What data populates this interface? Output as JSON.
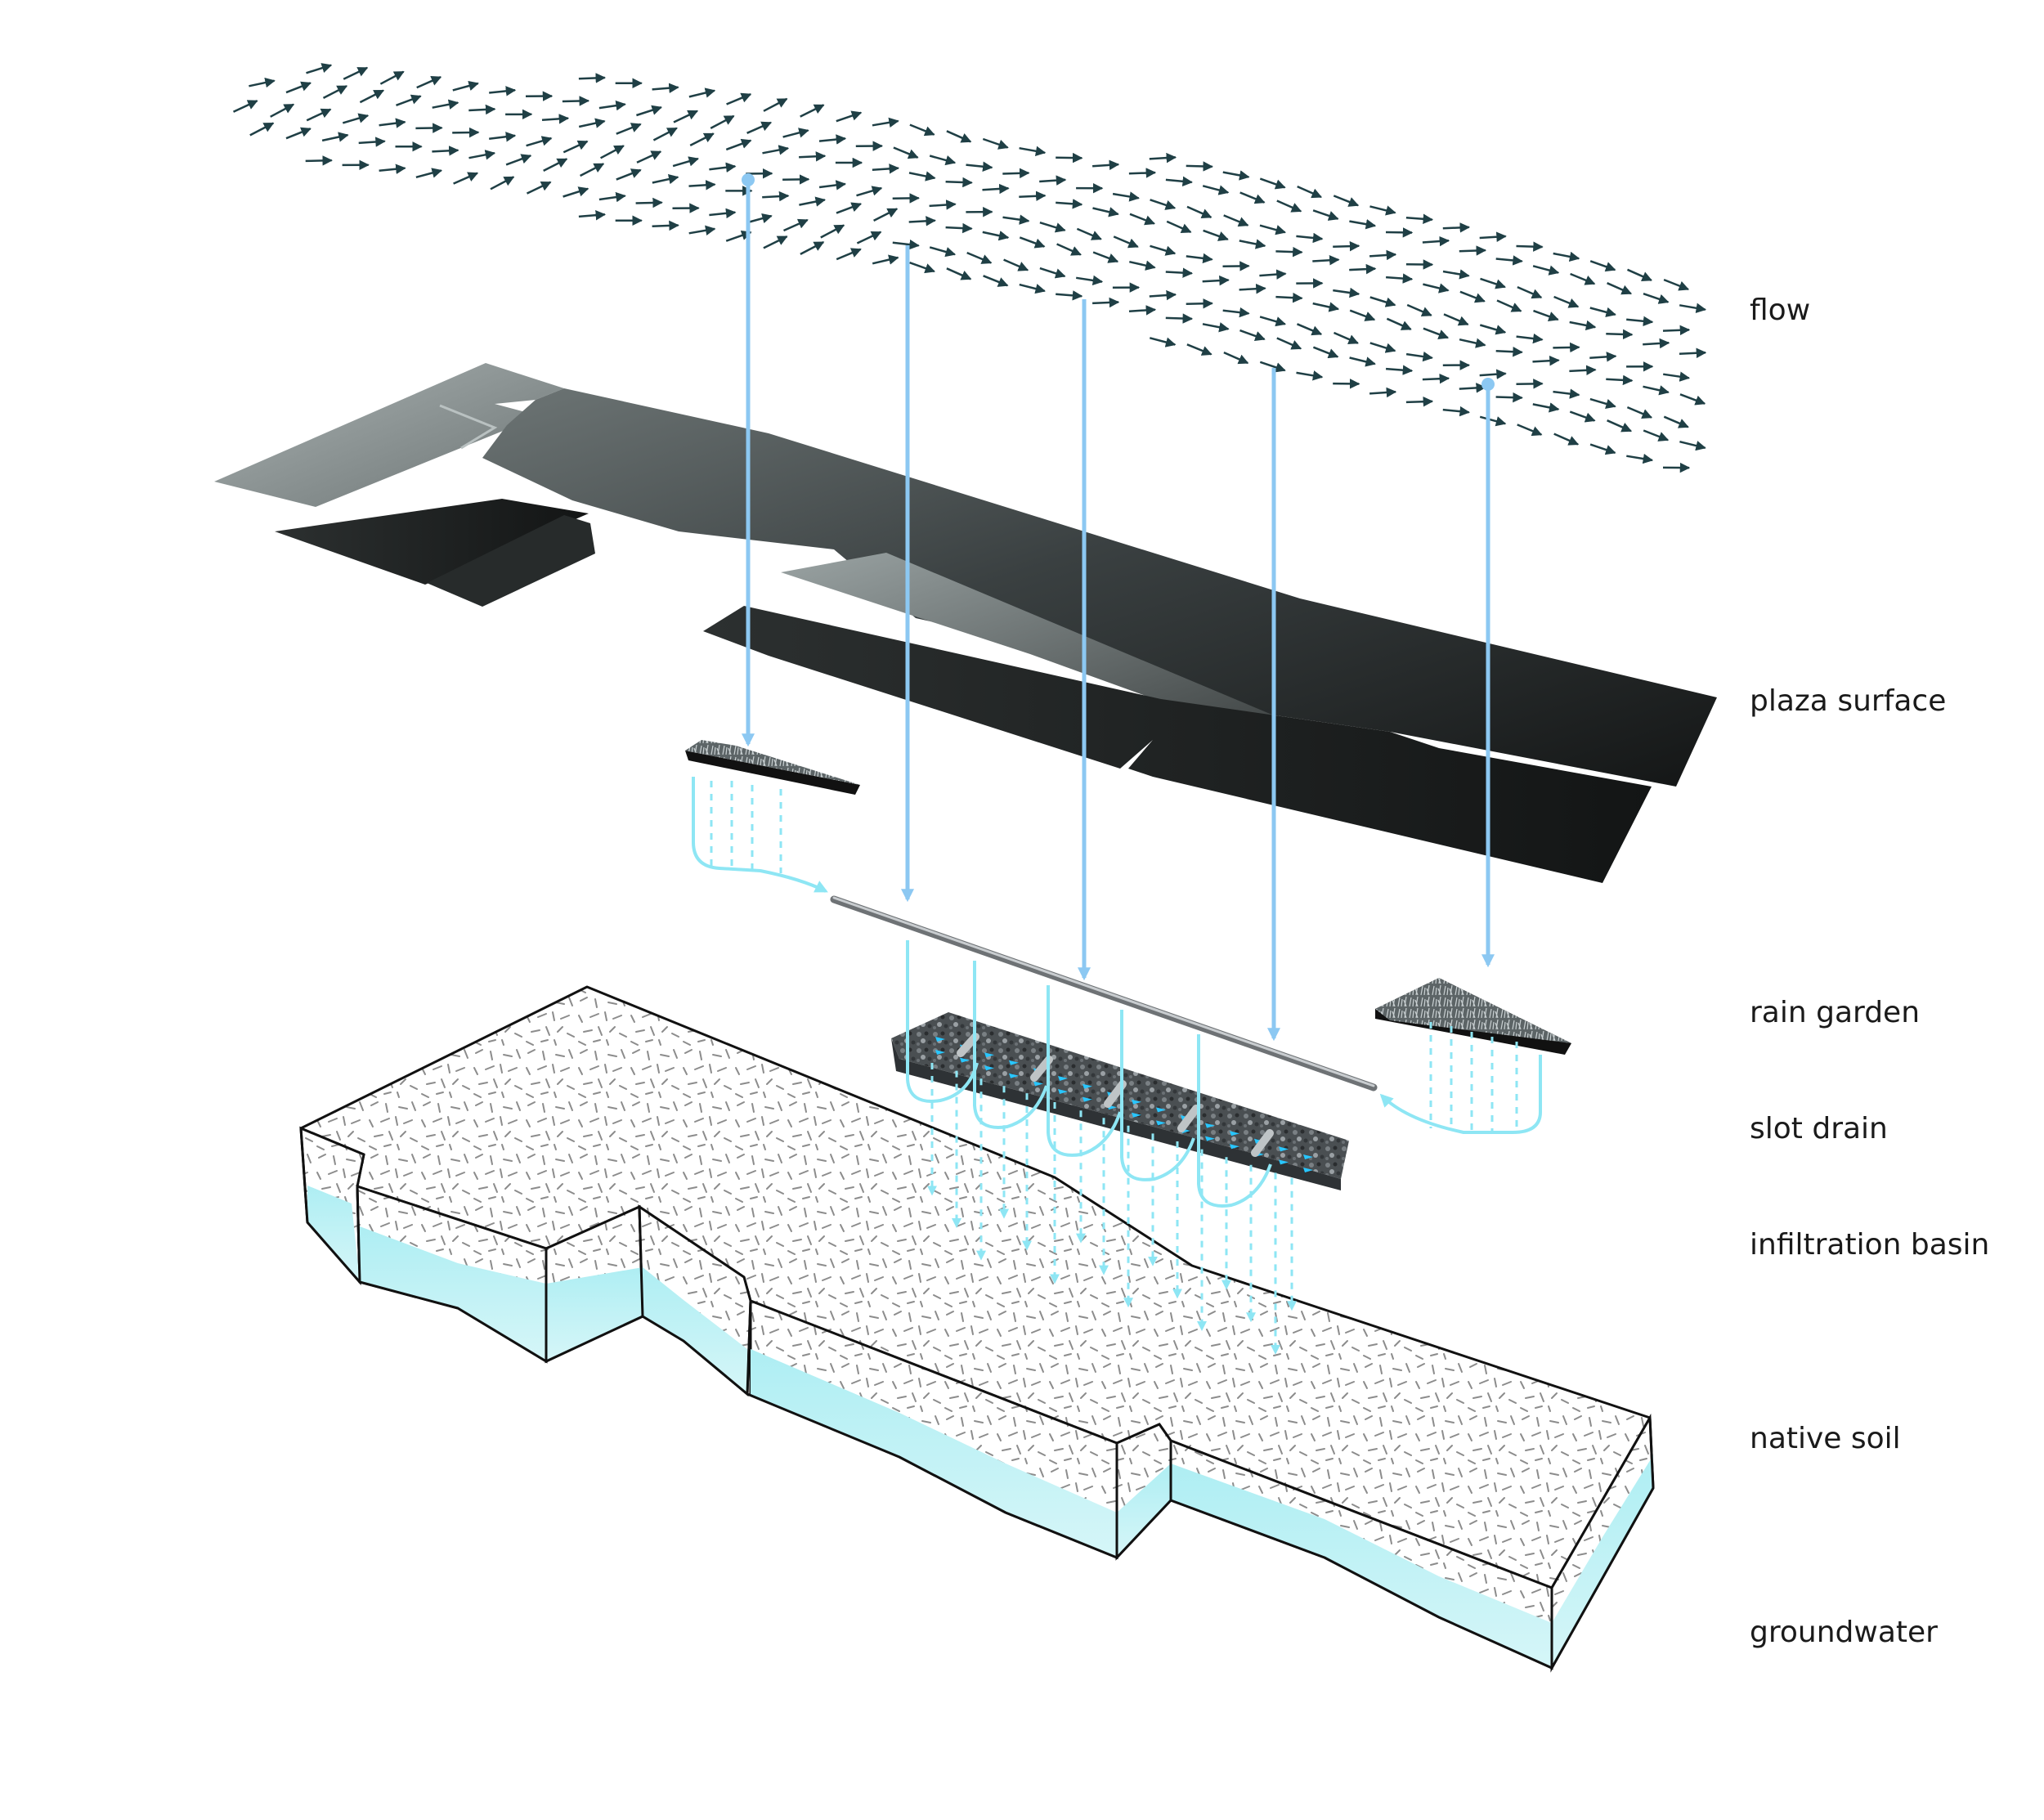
{
  "labels": {
    "flow": "flow",
    "plaza_surface": "plaza surface",
    "rain_garden": "rain garden",
    "slot_drain": "slot drain",
    "infiltration_basin": "infiltration basin",
    "native_soil": "native soil",
    "groundwater": "groundwater"
  },
  "colors": {
    "flow_arrow": "#1f3f45",
    "water_line": "#8cc8f2",
    "subsurface_line": "#8ee6f4",
    "groundwater_fill": "#c4f0f4",
    "plaza_dark": "#2e3233",
    "plaza_light": "#8d9595",
    "soil_hatch": "#9a9a9a"
  },
  "icons": {
    "flow_field": "flow-vector-arrows",
    "rain_garden": "vegetation-texture",
    "slot_drain": "drain-pipe",
    "infiltration_basin": "gravel-basin"
  }
}
